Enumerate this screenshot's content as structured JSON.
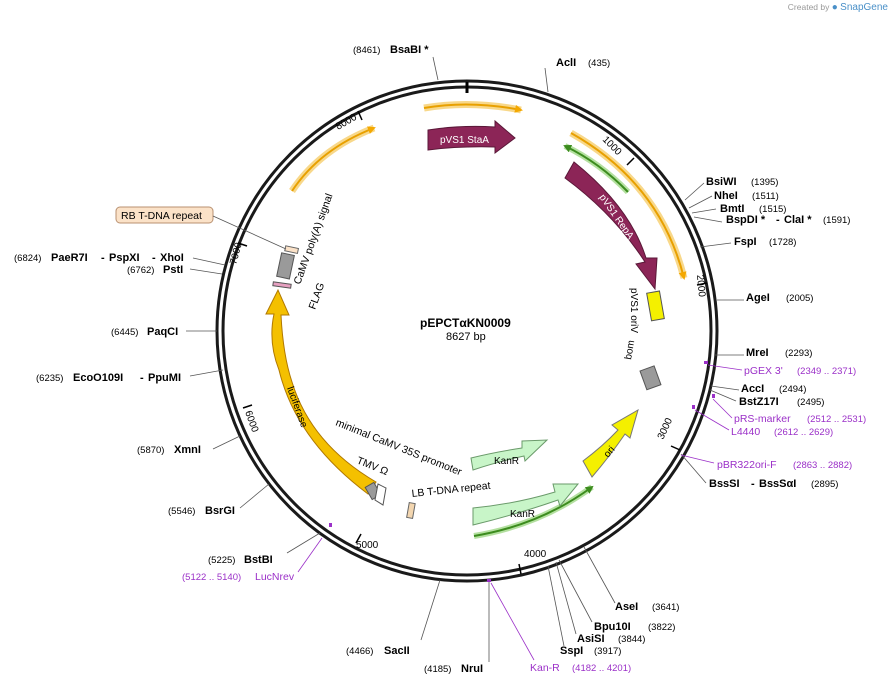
{
  "branding": {
    "created_by": "Created by",
    "product": "SnapGene"
  },
  "plasmid": {
    "name": "pEPCTαKN0009",
    "size": "8627 bp"
  },
  "ticks": [
    "1000",
    "2000",
    "3000",
    "4000",
    "5000",
    "6000",
    "7000",
    "8000"
  ],
  "sites": [
    {
      "name": "BsaBI *",
      "pos": "(8461)"
    },
    {
      "name": "AclI",
      "pos": "(435)"
    },
    {
      "name": "BsiWI",
      "pos": "(1395)"
    },
    {
      "name": "NheI",
      "pos": "(1511)"
    },
    {
      "name": "BmtI",
      "pos": "(1515)"
    },
    {
      "name": "BspDI *",
      "pos": "(1591)"
    },
    {
      "name": "ClaI *",
      "pos": ""
    },
    {
      "name": "FspI",
      "pos": "(1728)"
    },
    {
      "name": "AgeI",
      "pos": "(2005)"
    },
    {
      "name": "MreI",
      "pos": "(2293)"
    },
    {
      "name": "AccI",
      "pos": "(2494)"
    },
    {
      "name": "BstZ17I",
      "pos": "(2495)"
    },
    {
      "name": "BssSI",
      "pos": "(2895)"
    },
    {
      "name": "BssSαI",
      "pos": ""
    },
    {
      "name": "AseI",
      "pos": "(3641)"
    },
    {
      "name": "Bpu10I",
      "pos": "(3822)"
    },
    {
      "name": "AsiSI",
      "pos": "(3844)"
    },
    {
      "name": "SspI",
      "pos": "(3917)"
    },
    {
      "name": "NruI",
      "pos": "(4185)"
    },
    {
      "name": "SacII",
      "pos": "(4466)"
    },
    {
      "name": "BstBI",
      "pos": "(5225)"
    },
    {
      "name": "BsrGI",
      "pos": "(5546)"
    },
    {
      "name": "XmnI",
      "pos": "(5870)"
    },
    {
      "name": "EcoO109I",
      "pos": "(6235)"
    },
    {
      "name": "PpuMI",
      "pos": ""
    },
    {
      "name": "PaqCI",
      "pos": "(6445)"
    },
    {
      "name": "PstI",
      "pos": "(6762)"
    },
    {
      "name": "PaeR7I",
      "pos": "(6824)"
    },
    {
      "name": "PspXI",
      "pos": ""
    },
    {
      "name": "XhoI",
      "pos": ""
    }
  ],
  "primers": [
    {
      "name": "pGEX 3'",
      "range": "(2349 .. 2371)"
    },
    {
      "name": "pRS-marker",
      "range": "(2512 .. 2531)"
    },
    {
      "name": "L4440",
      "range": "(2612 .. 2629)"
    },
    {
      "name": "pBR322ori-F",
      "range": "(2863 .. 2882)"
    },
    {
      "name": "Kan-R",
      "range": "(4182 .. 4201)"
    },
    {
      "name": "LucNrev",
      "range": "(5122 .. 5140)"
    }
  ],
  "features": {
    "pvs1_stab": "pVS1 StaA",
    "pvs1_repa": "pVS1 RepA",
    "pvs1_oriv": "pVS1 oriV",
    "bom": "bom",
    "ori": "ori",
    "kanr_inner": "KanR",
    "kanr_outer": "KanR",
    "luciferase": "luciferase",
    "camv_polya": "CaMV poly(A) signal",
    "flag": "FLAG",
    "rb_tdna": "RB T-DNA repeat",
    "lb_tdna": "LB T-DNA repeat",
    "camv35s": "minimal CaMV 35S promoter",
    "tmv": "TMV Ω"
  },
  "colors": {
    "backbone": "#1a1a1a",
    "pvs1": "#8c2557",
    "orange_feature": "#f4a800",
    "orange_glow": "#f8d88a",
    "green_feature": "#3c8c1e",
    "kanr": "#c8f5c8",
    "ori": "#f4f000",
    "primer": "#9b30c8",
    "gray_box": "#9a9a9a",
    "rb_fill": "#fbe2c8"
  }
}
